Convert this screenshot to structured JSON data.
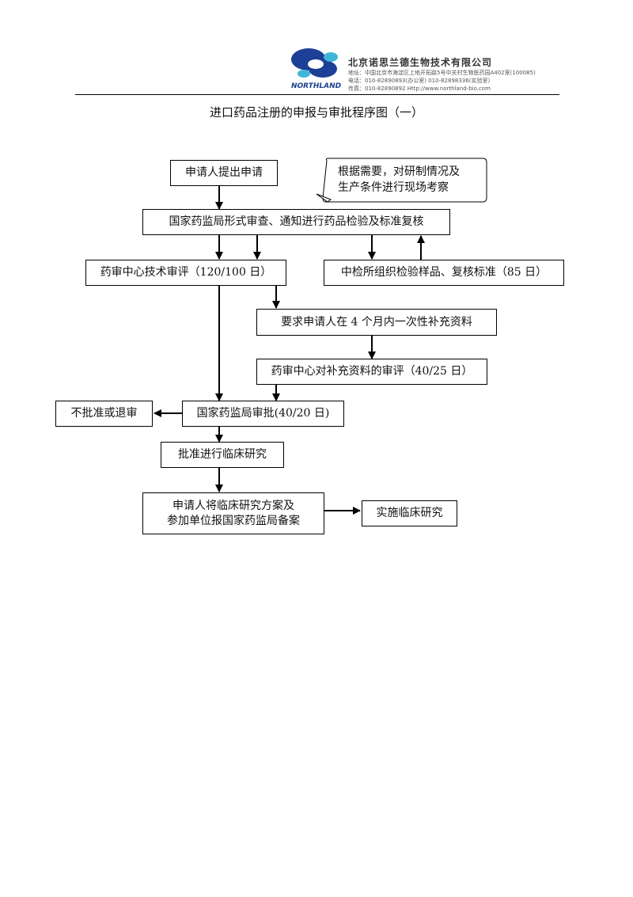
{
  "header": {
    "company_name": "北京诺思兰德生物技术有限公司",
    "address": "地址：中国北京市海淀区上地开拓路5号中关村生物医药园A402室(100085)",
    "phone": "电话：010-82890893(办公室)   010-82898336(实验室)",
    "fax": "传真：010-82890892      Http://www.northland-bio.com",
    "brand": "NORTHLAND"
  },
  "title": "进口药品注册的申报与审批程序图（一）",
  "nodes": {
    "applicant_submit": "申请人提出申请",
    "onsite_inspection_line1": "根据需要，对研制情况及",
    "onsite_inspection_line2": "生产条件进行现场考察",
    "sfda_formal_review": "国家药监局形式审查、通知进行药品检验及标准复核",
    "cde_technical_review": "药审中心技术审评（120/100 日）",
    "nicpbp_testing": "中检所组织检验样品、复核标准（85 日）",
    "supplement_request": "要求申请人在 4 个月内一次性补充资料",
    "cde_supplement_review": "药审中心对补充资料的审评（40/25 日）",
    "reject": "不批准或退审",
    "sfda_approval": "国家药监局审批(40/20 日)",
    "approve_clinical": "批准进行临床研究",
    "file_plan_line1": "申请人将临床研究方案及",
    "file_plan_line2": "参加单位报国家药监局备案",
    "conduct_clinical": "实施临床研究"
  }
}
